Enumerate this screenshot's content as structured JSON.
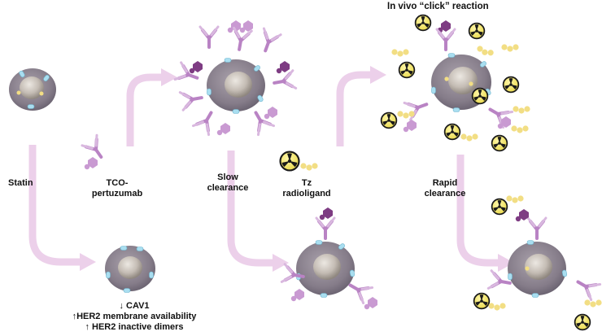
{
  "title": "In vivo “click” reaction",
  "labels": {
    "statin": "Statin",
    "tco_pertuzumab_line1": "TCO-",
    "tco_pertuzumab_line2": "pertuzumab",
    "slow_clearance_line1": "Slow",
    "slow_clearance_line2": "clearance",
    "tz_radioligand_line1": "Tz",
    "tz_radioligand_line2": "radioligand",
    "rapid_clearance_line1": "Rapid",
    "rapid_clearance_line2": "clearance"
  },
  "effects": [
    "↓ CAV1",
    "↑HER2 membrane availability",
    "↑ HER2 inactive dimers"
  ],
  "colors": {
    "cell_body": "#8f8591",
    "nucleus": "#c9c2bc",
    "antibody": "#b983c4",
    "antibody_dark": "#7e3c83",
    "radioligand": "#f2de84",
    "radiation_symbol": "#f4ea70",
    "arrow": "#ecd0ea",
    "receptor": "#a9def0"
  }
}
